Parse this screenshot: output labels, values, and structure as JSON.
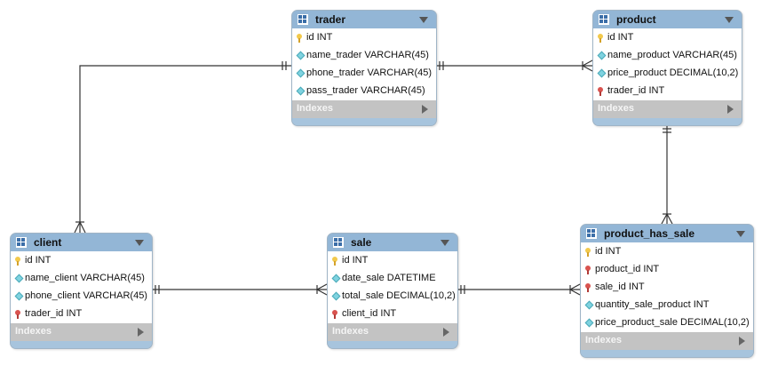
{
  "tables": [
    {
      "key": "trader",
      "name": "trader",
      "columns": [
        {
          "icon": "key",
          "text": "id INT"
        },
        {
          "icon": "diamond",
          "text": "name_trader VARCHAR(45)"
        },
        {
          "icon": "diamond",
          "text": "phone_trader VARCHAR(45)"
        },
        {
          "icon": "diamond",
          "text": "pass_trader VARCHAR(45)"
        }
      ],
      "indexes_label": "Indexes"
    },
    {
      "key": "product",
      "name": "product",
      "columns": [
        {
          "icon": "key",
          "text": "id INT"
        },
        {
          "icon": "diamond",
          "text": "name_product VARCHAR(45)"
        },
        {
          "icon": "diamond",
          "text": "price_product DECIMAL(10,2)"
        },
        {
          "icon": "fk",
          "text": "trader_id INT"
        }
      ],
      "indexes_label": "Indexes"
    },
    {
      "key": "client",
      "name": "client",
      "columns": [
        {
          "icon": "key",
          "text": "id INT"
        },
        {
          "icon": "diamond",
          "text": "name_client VARCHAR(45)"
        },
        {
          "icon": "diamond",
          "text": "phone_client VARCHAR(45)"
        },
        {
          "icon": "fk",
          "text": "trader_id INT"
        }
      ],
      "indexes_label": "Indexes"
    },
    {
      "key": "sale",
      "name": "sale",
      "columns": [
        {
          "icon": "key",
          "text": "id INT"
        },
        {
          "icon": "diamond",
          "text": "date_sale DATETIME"
        },
        {
          "icon": "diamond",
          "text": "total_sale DECIMAL(10,2)"
        },
        {
          "icon": "fk",
          "text": "client_id INT"
        }
      ],
      "indexes_label": "Indexes"
    },
    {
      "key": "product_has_sale",
      "name": "product_has_sale",
      "columns": [
        {
          "icon": "key",
          "text": "id INT"
        },
        {
          "icon": "fk",
          "text": "product_id INT"
        },
        {
          "icon": "fk",
          "text": "sale_id INT"
        },
        {
          "icon": "diamond",
          "text": "quantity_sale_product INT"
        },
        {
          "icon": "diamond",
          "text": "price_product_sale DECIMAL(10,2)"
        }
      ],
      "indexes_label": "Indexes"
    }
  ],
  "relationships": [
    {
      "from": "trader",
      "to": "product",
      "cardinality": "one-to-many"
    },
    {
      "from": "trader",
      "to": "client",
      "cardinality": "one-to-many"
    },
    {
      "from": "client",
      "to": "sale",
      "cardinality": "one-to-many"
    },
    {
      "from": "sale",
      "to": "product_has_sale",
      "cardinality": "one-to-many"
    },
    {
      "from": "product",
      "to": "product_has_sale",
      "cardinality": "one-to-many"
    }
  ],
  "colors": {
    "header": "#93b6d6",
    "indexes_bar": "#c3c3c3",
    "line": "#333333"
  }
}
